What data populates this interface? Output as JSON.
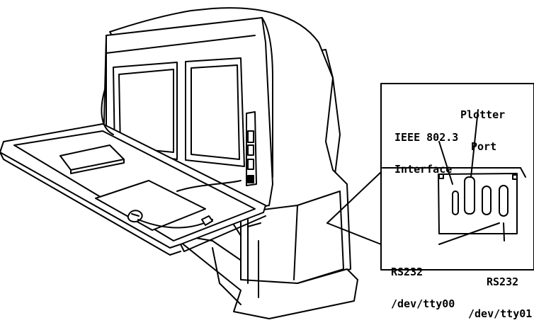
{
  "callouts": {
    "ieee": {
      "line1": "IEEE 802.3",
      "line2": "Interface"
    },
    "plotter": {
      "line1": "Plotter",
      "line2": "Port"
    },
    "rs232_a": {
      "line1": "RS232",
      "line2": "/dev/tty00"
    },
    "rs232_b": {
      "line1": "RS232",
      "line2": "/dev/tty01"
    }
  },
  "colors": {
    "ink": "#000000",
    "paper": "#ffffff"
  }
}
